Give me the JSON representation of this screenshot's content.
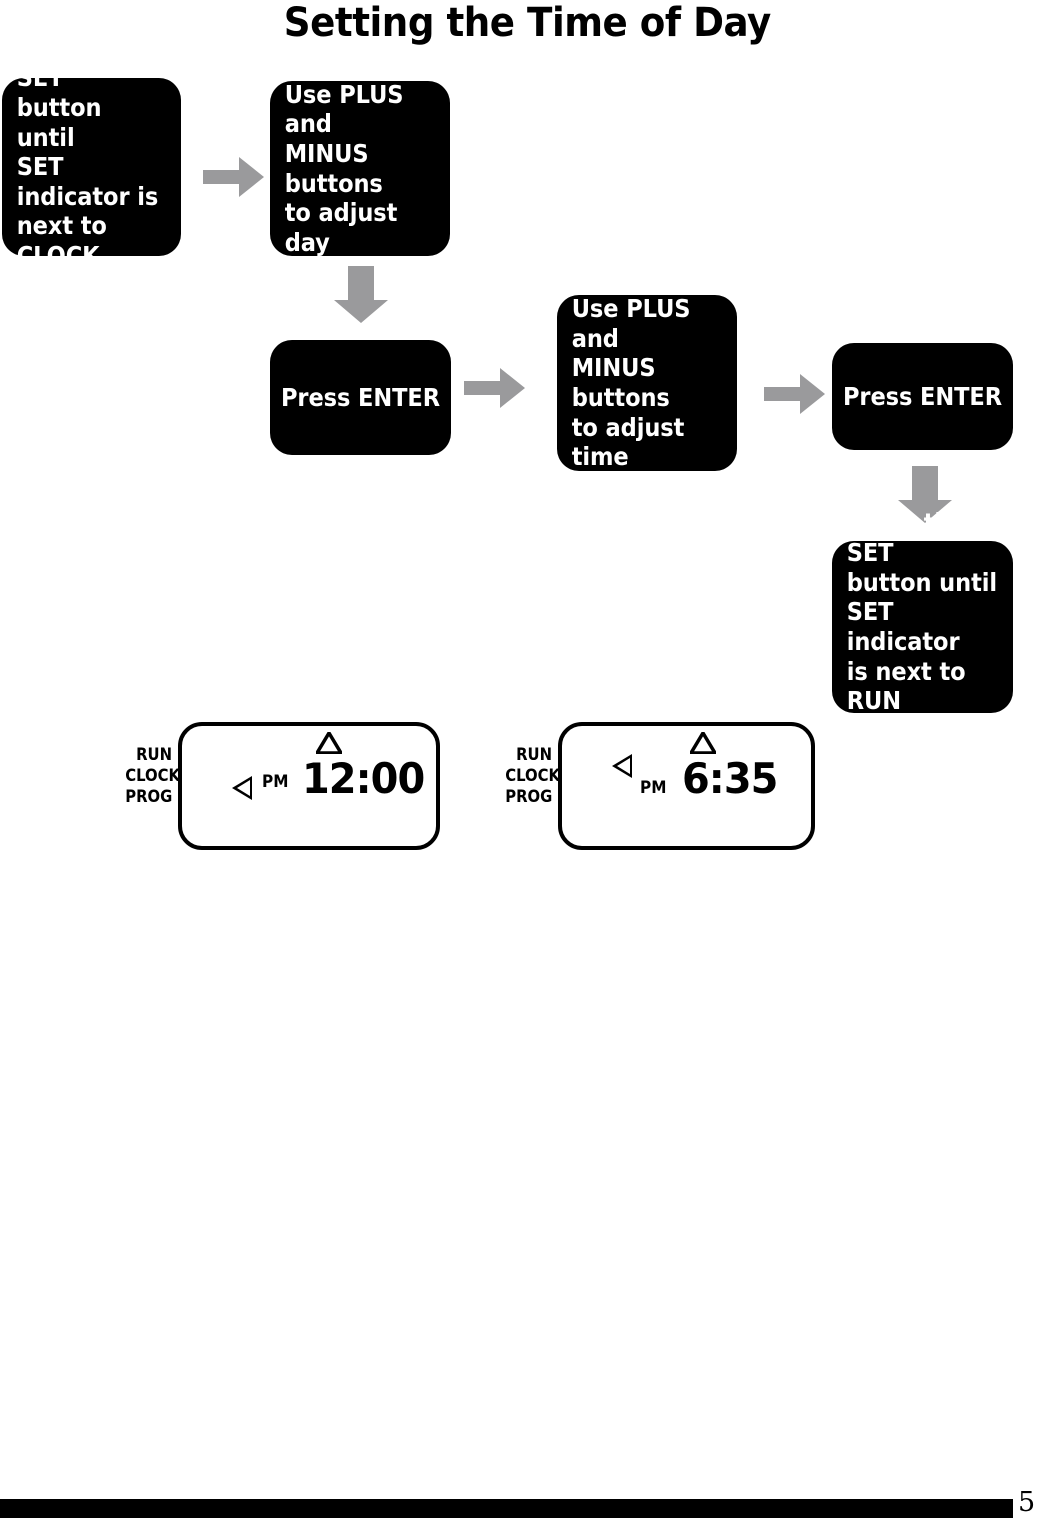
{
  "document": {
    "title": "Setting the Time of Day",
    "page_number": "5"
  },
  "colors": {
    "box_background": "#000000",
    "box_text": "#ffffff",
    "arrow": "#9a9a9c",
    "page_background": "#ffffff",
    "lcd_outline": "#000000"
  },
  "steps": [
    {
      "id": "set-clock",
      "text": "Press the SET\nbutton until\nSET indicator is\nnext to CLOCK\nposition"
    },
    {
      "id": "adjust-day",
      "text": "Use PLUS and\nMINUS buttons\nto adjust day"
    },
    {
      "id": "enter-1",
      "text": "Press ENTER"
    },
    {
      "id": "adjust-time",
      "text": "Use PLUS and\nMINUS buttons\nto adjust time"
    },
    {
      "id": "enter-2",
      "text": "Press ENTER"
    },
    {
      "id": "set-run",
      "text": "Press the SET\nbutton until\nSET indicator\nis next to RUN\nposition"
    }
  ],
  "arrows": [
    {
      "id": "arrow-1",
      "direction": "right",
      "from": "set-clock",
      "to": "adjust-day"
    },
    {
      "id": "arrow-2",
      "direction": "down",
      "from": "adjust-day",
      "to": "enter-1"
    },
    {
      "id": "arrow-3",
      "direction": "right",
      "from": "enter-1",
      "to": "adjust-time"
    },
    {
      "id": "arrow-4",
      "direction": "right",
      "from": "adjust-time",
      "to": "enter-2"
    },
    {
      "id": "arrow-5",
      "direction": "down",
      "from": "enter-2",
      "to": "set-run"
    }
  ],
  "displays": [
    {
      "id": "display-clock-mode",
      "mode_labels": [
        "RUN",
        "CLOCK",
        "PROG"
      ],
      "selected_mode": "CLOCK",
      "meridiem": "PM",
      "time": "12:00",
      "up_indicator": true
    },
    {
      "id": "display-run-mode",
      "mode_labels": [
        "RUN",
        "CLOCK",
        "PROG"
      ],
      "selected_mode": "RUN",
      "meridiem": "PM",
      "time": "6:35",
      "up_indicator": true
    }
  ]
}
